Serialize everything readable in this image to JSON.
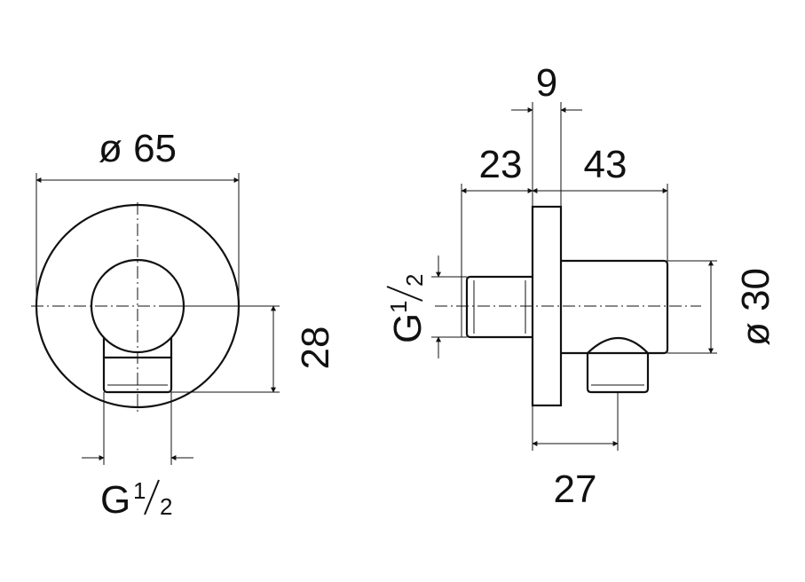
{
  "dimensions": {
    "front_diameter": "ø 65",
    "front_height": "28",
    "front_thread": {
      "main": "G",
      "fraction_top": "1",
      "fraction_bottom": "2"
    },
    "side_flange": "9",
    "side_left": "23",
    "side_right": "43",
    "side_diameter": "ø 30",
    "side_outlet": "27",
    "side_thread": {
      "main": "G",
      "fraction_top": "1",
      "fraction_bottom": "2"
    }
  }
}
